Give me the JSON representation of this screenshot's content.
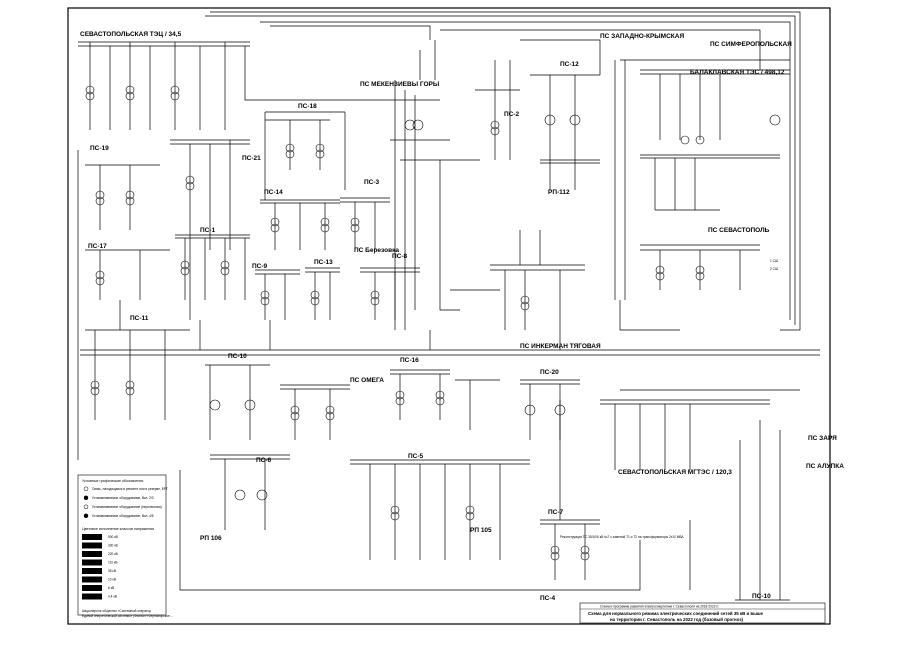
{
  "title_block": {
    "line1": "Схема и программа развития электроэнергетики г. Севастополя на 2018-2022 гг.",
    "line2": "Схема для нормального режима электрических соединений сетей 35 кВ и выше",
    "line3": "на территории г. Севастополь на 2022 год (базовый прогноз)",
    "org1": "Акционерное общество «Системный оператор",
    "org2": "Единой энергетической системы» (Филиал «Черноморское..."
  },
  "legend": {
    "heading": "Условные графические обозначения",
    "items": [
      "Связь, находящаяся в ремонте или в резерве, БРТ",
      "Устанавливаемое оборудование, Вкл. 2/3",
      "Устанавливаемое оборудование (перспектива)",
      "Устанавливаемое оборудование, Вкл. 4/5"
    ],
    "voltage_heading": "Цветовое исполнение классов напряжения",
    "voltages": [
      "500 кВ",
      "330 кВ",
      "220 кВ",
      "110 кВ",
      "35 кВ",
      "10 кВ",
      "6 кВ",
      "0,4 кВ"
    ]
  },
  "substations": [
    {
      "id": "tec",
      "name": "СЕВАСТОПОЛЬСКАЯ ТЭЦ / 34,5"
    },
    {
      "id": "menzh",
      "name": "ПС МЕКЕНЗИЕВЫ ГОРЫ"
    },
    {
      "id": "zkr",
      "name": "ПС ЗАПАДНО-КРЫМСКАЯ"
    },
    {
      "id": "simf",
      "name": "ПС СИМФЕРОПОЛЬСКАЯ"
    },
    {
      "id": "bal",
      "name": "БАЛАКЛАВСКАЯ ТЭС / 498,12"
    },
    {
      "id": "ps18",
      "name": "ПС-18"
    },
    {
      "id": "ps21",
      "name": "ПС-21"
    },
    {
      "id": "ps19",
      "name": "ПС-19"
    },
    {
      "id": "ps14",
      "name": "ПС-14"
    },
    {
      "id": "ps3",
      "name": "ПС-3"
    },
    {
      "id": "ps1",
      "name": "ПС-1"
    },
    {
      "id": "ps17",
      "name": "ПС-17"
    },
    {
      "id": "ps9",
      "name": "ПС-9"
    },
    {
      "id": "ps13",
      "name": "ПС-13"
    },
    {
      "id": "ps8",
      "name": "ПС-8"
    },
    {
      "id": "ps11",
      "name": "ПС-11"
    },
    {
      "id": "ps2",
      "name": "ПС-2"
    },
    {
      "id": "ps12",
      "name": "ПС-12"
    },
    {
      "id": "rp112",
      "name": "РП-112"
    },
    {
      "id": "berez",
      "name": "ПС Березовка"
    },
    {
      "id": "sev",
      "name": "ПС СЕВАСТОПОЛЬ"
    },
    {
      "id": "inker",
      "name": "ПС ИНКЕРМАН ТЯГОВАЯ"
    },
    {
      "id": "ps10",
      "name": "ПС-10"
    },
    {
      "id": "ps16",
      "name": "ПС-16"
    },
    {
      "id": "omega",
      "name": "ПС ОМЕГА"
    },
    {
      "id": "ps20",
      "name": "ПС-20"
    },
    {
      "id": "ps6",
      "name": "ПС-6"
    },
    {
      "id": "ps5",
      "name": "ПС-5"
    },
    {
      "id": "ps7",
      "name": "ПС-7"
    },
    {
      "id": "rp106",
      "name": "РП 106"
    },
    {
      "id": "rp105",
      "name": "РП 105"
    },
    {
      "id": "ps4",
      "name": "ПС-4"
    },
    {
      "id": "mgtes",
      "name": "СЕВАСТОПОЛЬСКАЯ МГТЭС / 120,3"
    },
    {
      "id": "zarya",
      "name": "ПС ЗАРЯ"
    },
    {
      "id": "alupka",
      "name": "ПС АЛУПКА"
    },
    {
      "id": "ps10b",
      "name": "ПС-10"
    }
  ],
  "labels": {
    "kv110": "110 кВ",
    "kv35": "35 кВ",
    "kv10": "10 кВ",
    "kv6": "6 кВ",
    "ssh1": "1 СШ",
    "ssh2": "2 СШ",
    "note": "Реконструкция ПС 35/10/6 кВ №7 с заменой Т1 и Т2 на трансформаторы 2х10 МВА"
  },
  "colors": {
    "line": "#000000",
    "paper": "#ffffff",
    "frame": "#000000"
  }
}
